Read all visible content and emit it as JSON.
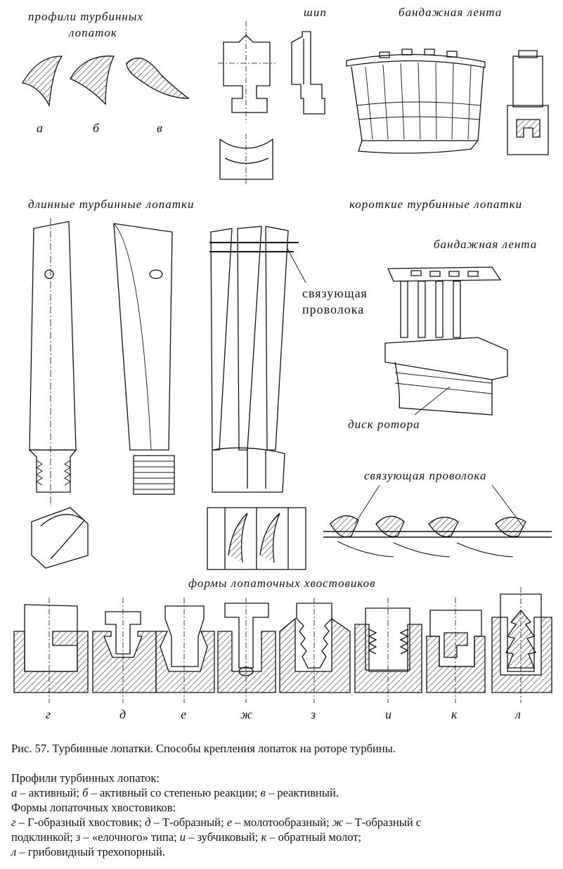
{
  "labels": {
    "profiles_title_line1": "профили  турбинных",
    "profiles_title_line2": "лопаток",
    "tenon": "шип",
    "shroud_top": "бандажная  лента",
    "long_blades": "длинные  турбинные  лопатки",
    "short_blades": "короткие  турбинные  лопатки",
    "shroud_right": "бандажная  лента",
    "binding_wire_line1": "связующая",
    "binding_wire_line2": "проволока",
    "rotor_disk": "диск   ротора",
    "binding_wire_bottom": "связующая    проволока",
    "root_forms_title": "формы   лопаточных   хвостовиков"
  },
  "profile_letters": [
    "а",
    "б",
    "в"
  ],
  "root_letters": [
    "г",
    "д",
    "е",
    "ж",
    "з",
    "и",
    "к",
    "л"
  ],
  "caption": {
    "title": "Рис. 57. Турбинные лопатки. Способы крепления лопаток на роторе турбины.",
    "profiles_heading": "Профили турбинных лопаток:",
    "profiles_line": [
      {
        "letter": "а",
        "text": " – активный;   "
      },
      {
        "letter": "б",
        "text": " – активный со степенью реакции;   "
      },
      {
        "letter": "в",
        "text": " – реактивный."
      }
    ],
    "roots_heading": "Формы лопаточных хвостовиков:",
    "roots_line1": [
      {
        "letter": "г",
        "text": " – Г-образный хвостовик;   "
      },
      {
        "letter": "д",
        "text": " – Т-образный;   "
      },
      {
        "letter": "е",
        "text": " – молотообразный;   "
      },
      {
        "letter": "ж",
        "text": " – Т-образный с"
      }
    ],
    "roots_line2": [
      {
        "letter": "",
        "text": "подклинкой;   "
      },
      {
        "letter": "з",
        "text": " – «елочного» типа;   "
      },
      {
        "letter": "и",
        "text": " – зубчиковый;   "
      },
      {
        "letter": "к",
        "text": " – обратный молот;"
      }
    ],
    "roots_line3": [
      {
        "letter": "л",
        "text": " – грибовидный трехопорный."
      }
    ]
  }
}
